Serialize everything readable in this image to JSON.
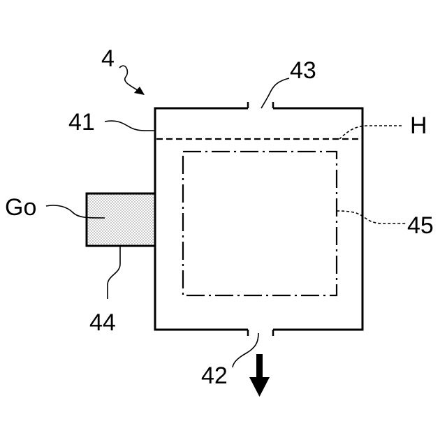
{
  "labels": {
    "device": "4",
    "container": "41",
    "outlet": "42",
    "inlet": "43",
    "gas_supply": "44",
    "inner_region": "45",
    "liquid_level": "H",
    "gas": "Go"
  },
  "colors": {
    "line": "#000000",
    "background": "#ffffff",
    "stipple_dot": "#000000"
  }
}
